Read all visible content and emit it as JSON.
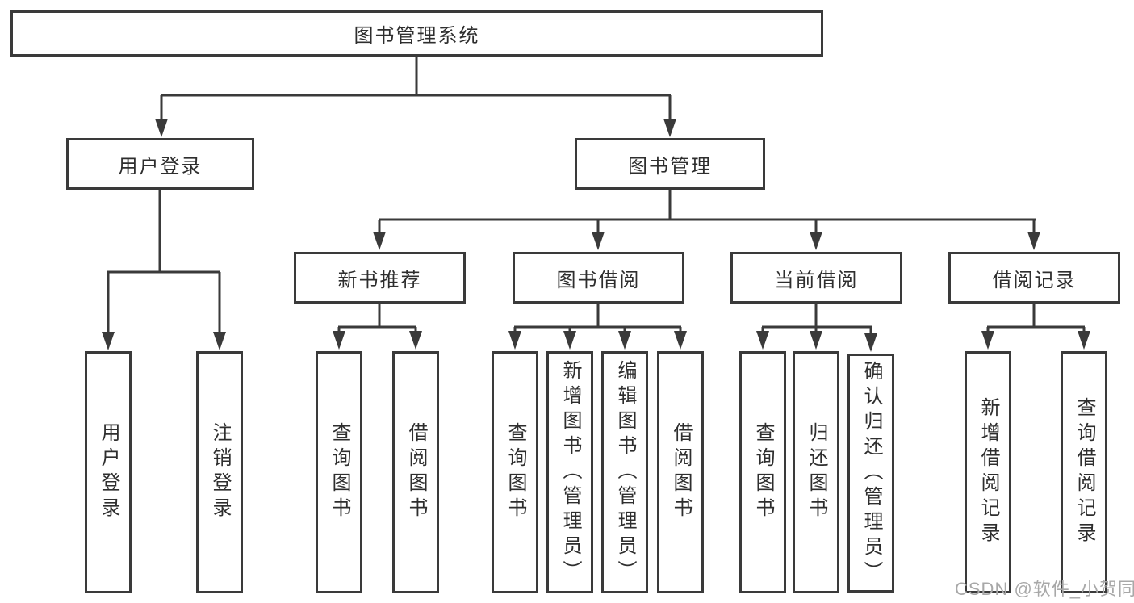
{
  "diagram": {
    "root": {
      "label": "图书管理系统"
    },
    "branches": [
      {
        "label": "用户登录",
        "children": [
          "用户登录",
          "注销登录"
        ]
      },
      {
        "label": "图书管理",
        "children": [
          {
            "label": "新书推荐",
            "children": [
              "查询图书",
              "借阅图书"
            ]
          },
          {
            "label": "图书借阅",
            "children": [
              "查询图书",
              "新增图书（管理员）",
              "编辑图书（管理员）",
              "借阅图书"
            ]
          },
          {
            "label": "当前借阅",
            "children": [
              "查询图书",
              "归还图书",
              "确认归还（管理员）"
            ]
          },
          {
            "label": "借阅记录",
            "children": [
              "新增借阅记录",
              "查询借阅记录"
            ]
          }
        ]
      }
    ]
  },
  "watermark": "CSDN @软件_小贺同学",
  "colors": {
    "line": "#3a3a3a",
    "text": "#2e2e2e",
    "watermark": "#a8a8a8",
    "background": "#ffffff"
  }
}
